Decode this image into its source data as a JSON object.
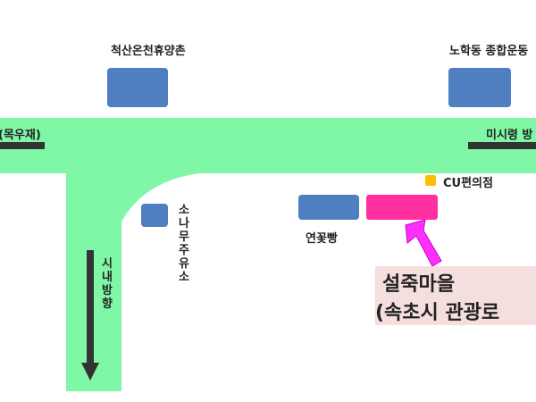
{
  "colors": {
    "road": "#7ff7a6",
    "building": "#4f7fc1",
    "highlight": "#ff2fa0",
    "arrow": "#ff2fff",
    "marker": "#ffbf00",
    "callout_bg": "#f5dede",
    "road_bar": "#333333"
  },
  "labels": {
    "top_left_building": "척산온천휴양촌",
    "top_right_building": "노학동 종합운동",
    "road_west": "(목우재)",
    "road_east": "미시령 방",
    "cu_store": "CU편의점",
    "bakery": "연꽃빵",
    "sonamu_vertical": [
      "소",
      "나",
      "무",
      "주",
      "유",
      "소"
    ],
    "sinae_vertical": [
      "시",
      "내",
      "방",
      "향"
    ],
    "callout_line1": "설죽마을",
    "callout_line2": "(속초시 관광로"
  },
  "icons": {
    "down_arrow": "down-arrow-icon",
    "pointer_arrow": "pointer-arrow-icon",
    "cu_marker": "store-marker-icon"
  }
}
